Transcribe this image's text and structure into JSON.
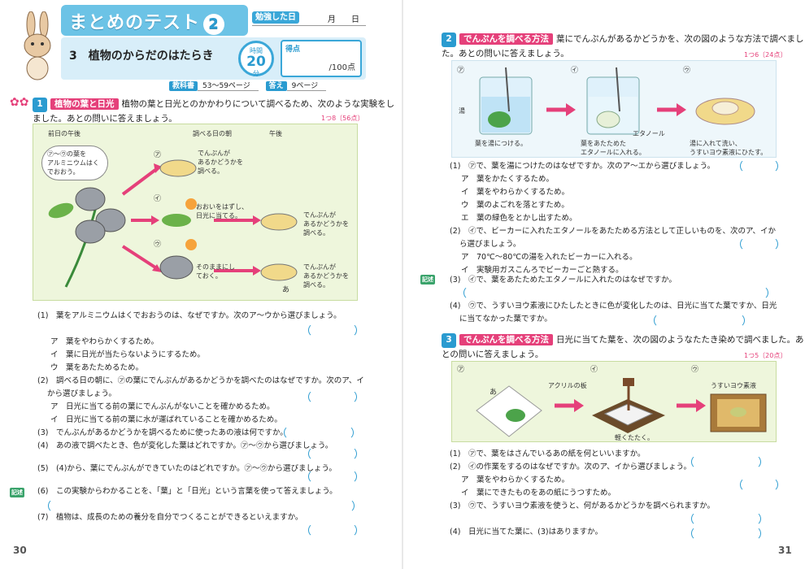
{
  "left": {
    "title": "まとめのテスト",
    "title_number": "2",
    "studied_label": "勉強した日",
    "month": "月",
    "day": "日",
    "subtitle": "3　植物のからだのはたらき",
    "timer_label": "時間",
    "timer_value": "20",
    "timer_unit": "分",
    "score_label": "得点",
    "score_total": "/100点",
    "textbook_label": "教科書",
    "textbook_pages": "53〜59ページ",
    "answer_label": "答え",
    "answer_page": "9ページ",
    "sec1": {
      "number": "1",
      "tag": "植物の葉と日光",
      "text1": "植物の葉と日光とのかかわりについて調べるため、次のような実験をし",
      "text2": "ました。あとの問いに答えましょう。",
      "points": "1つ8〔56点〕"
    },
    "figure": {
      "col1": "前日の午後",
      "col2": "調べる日の朝",
      "col3": "午後",
      "note": "㋐〜㋒の葉を\nアルミニウムはく\nでおおう。",
      "a_label": "㋐",
      "b_label": "㋑",
      "c_label": "㋒",
      "a_text": "でんぷんが\nあるかどうかを\n調べる。",
      "b_text": "おおいをはずし、\n日光に当てる。",
      "b_result": "でんぷんが\nあるかどうかを\n調べる。",
      "c_text": "そのままにし\nておく。",
      "c_result": "でんぷんが\nあるかどうかを\n調べる。",
      "liquid": "あ"
    },
    "questions": [
      "(1)　葉をアルミニウムはくでおおうのは、なぜですか。次のア〜ウから選びましょう。",
      "ア　葉をやわらかくするため。",
      "イ　葉に日光が当たらないようにするため。",
      "ウ　葉をあたためるため。",
      "(2)　調べる日の朝に、㋐の葉にでんぷんがあるかどうかを調べたのはなぜですか。次のア、イ",
      "から選びましょう。",
      "ア　日光に当てる前の葉にでんぷんがないことを確かめるため。",
      "イ　日光に当てる前の葉に水が運ばれていることを確かめるため。",
      "(3)　でんぷんがあるかどうかを調べるために使ったあの液は何ですか。",
      "(4)　あの液で調べたとき、色が変化した葉はどれですか。㋐〜㋒から選びましょう。",
      "(5)　(4)から、葉にでんぷんができていたのはどれですか。㋐〜㋒から選びましょう。",
      "(6)　この実験からわかることを、「葉」と「日光」という言葉を使って答えましょう。",
      "(7)　植物は、成長のための養分を自分でつくることができるといえますか。"
    ],
    "kijutsu": "記述",
    "page_number": "30"
  },
  "right": {
    "sec2": {
      "number": "2",
      "tag": "でんぷんを調べる方法",
      "text1": "葉にでんぷんがあるかどうかを、次の図のような方法で調べまし",
      "text2": "た。あとの問いに答えましょう。",
      "points": "1つ6〔24点〕"
    },
    "fig2": {
      "a": "㋐",
      "b": "㋑",
      "c": "㋒",
      "hot_water": "湯",
      "ethanol": "エタノール",
      "a_caption": "葉を湯につける。",
      "b_caption": "葉をあたためた\nエタノールに入れる。",
      "c_caption": "湯に入れて洗い、\nうすいヨウ素液にひたす。"
    },
    "q2": [
      "(1)　㋐で、葉を湯につけたのはなぜですか。次のア〜エから選びましょう。",
      "ア　葉をかたくするため。",
      "イ　葉をやわらかくするため。",
      "ウ　葉のよごれを落とすため。",
      "エ　葉の緑色をとかし出すため。",
      "(2)　㋑で、ビーカーに入れたエタノールをあたためる方法として正しいものを、次のア、イか",
      "ら選びましょう。",
      "ア　70℃〜80℃の湯を入れたビーカーに入れる。",
      "イ　実験用ガスこんろでビーカーごと熱する。",
      "(3)　㋑で、葉をあたためたエタノールに入れたのはなぜですか。",
      "(4)　㋒で、うすいヨウ素液にひたしたときに色が変化したのは、日光に当てた葉ですか、日光",
      "に当てなかった葉ですか。"
    ],
    "sec3": {
      "number": "3",
      "tag": "でんぷんを調べる方法",
      "text1": "日光に当てた葉を、次の図のようなたたき染めで調べました。あ",
      "text2": "との問いに答えましょう。",
      "points": "1つ5〔20点〕"
    },
    "fig3": {
      "a": "㋐",
      "b": "㋑",
      "c": "㋒",
      "acrylic": "アクリルの板",
      "tap": "軽くたたく。",
      "iodine": "うすいヨウ素液",
      "paper": "あ"
    },
    "q3": [
      "(1)　㋐で、葉をはさんでいるあの紙を何といいますか。",
      "(2)　㋑の作業をするのはなぜですか。次のア、イから選びましょう。",
      "ア　葉をやわらかくするため。",
      "イ　葉にできたものをあの紙にうつすため。",
      "(3)　㋒で、うすいヨウ素液を使うと、何があるかどうかを調べられますか。",
      "(4)　日光に当てた葉に、(3)はありますか。"
    ],
    "kijutsu": "記述",
    "page_number": "31"
  },
  "colors": {
    "accent": "#2a9bd0",
    "tag": "#e5407a",
    "figure_bg": "#eef6dc"
  }
}
